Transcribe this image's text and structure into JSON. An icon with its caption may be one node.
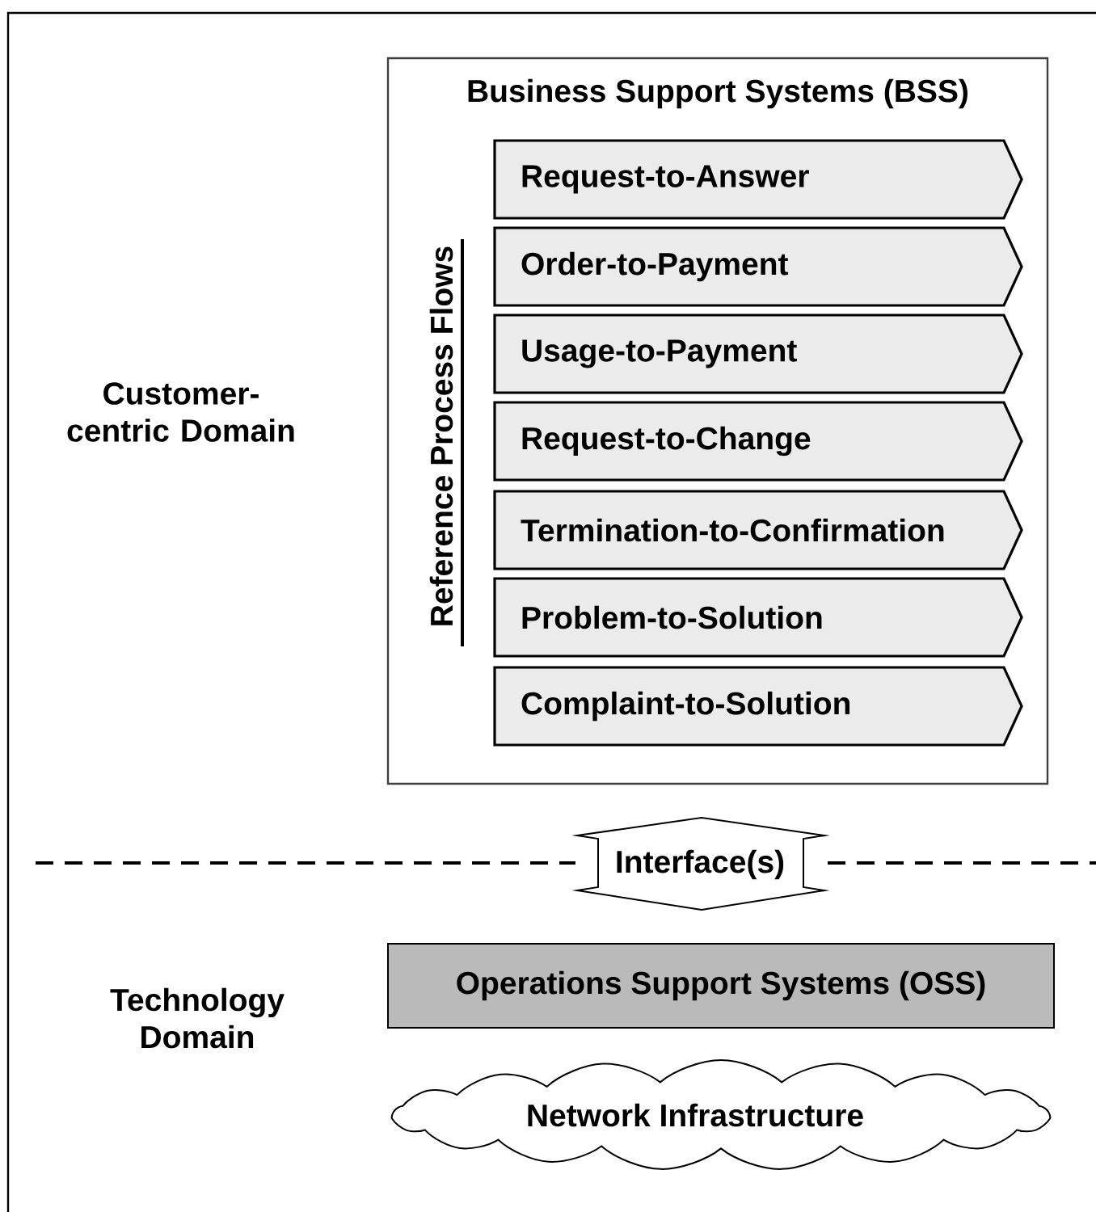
{
  "diagram": {
    "nodes": [
      {
        "text": [
          "Business Support Systems (BSS)"
        ]
      },
      {
        "text": [
          "Request-to-Answer"
        ],
        "in": 0
      },
      {
        "text": [
          "Order-to-Payment"
        ],
        "in": 0
      },
      {
        "text": [
          "Usage-to-Payment"
        ],
        "in": 0
      },
      {
        "text": [
          "Request-to-Change"
        ],
        "in": 0
      },
      {
        "text": [
          "Termination-to-Confirmation"
        ],
        "in": 0
      },
      {
        "text": [
          "Problem-to-Solution"
        ],
        "in": 0
      },
      {
        "text": [
          "Complaint-to-Solution"
        ],
        "in": 0
      },
      {
        "text": [
          "Interface(s)"
        ]
      },
      {
        "text": [
          "Operations Support Systems (OSS)"
        ]
      },
      {
        "text": [
          "Network Infrastructure"
        ]
      }
    ],
    "labels": [
      "Customer-centric Domain",
      "Reference Process Flows",
      "Technology Domain"
    ]
  }
}
